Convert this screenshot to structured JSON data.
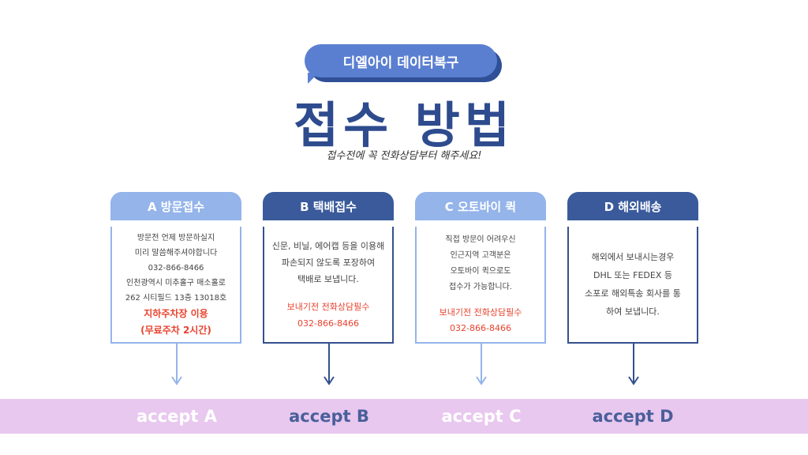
{
  "header": {
    "badge": "디엘아이 데이터복구",
    "title": "접수 방법",
    "subtitle": "접수전에 꼭 전화상담부터 해주세요!"
  },
  "colors": {
    "light_blue": "#94b4ea",
    "dark_blue": "#3a5a9c",
    "title_blue": "#2e4b8e",
    "red": "#e8432e",
    "bar_lilac": "#e8c8ef"
  },
  "cards": [
    {
      "title": "A 방문접수",
      "lines": [
        "방문전 언제 방문하실지",
        "미리 말씀해주셔야합니다",
        "032-866-8466",
        "인천광역시 미추홀구 매소홀로",
        "262 시티필드 13층 13018호"
      ],
      "highlight": [
        "지하주차장 이용",
        "(무료주차 2시간)"
      ],
      "accept": "accept A"
    },
    {
      "title": "B 택배접수",
      "lines": [
        "신문, 비닐, 에어캡 등을 이용해",
        "파손되지 않도록 포장하여",
        "택배로 보냅니다."
      ],
      "highlight": [
        "보내기전 전화상담필수",
        "032-866-8466"
      ],
      "accept": "accept B"
    },
    {
      "title": "C 오토바이 퀵",
      "lines": [
        "직접 방문이 어려우신",
        "인근지역 고객분은",
        "오토바이 퀵으로도",
        "접수가 가능합니다."
      ],
      "highlight": [
        "보내기전 전화상담필수",
        "032-866-8466"
      ],
      "accept": "accept C"
    },
    {
      "title": "D 해외배송",
      "lines": [
        "해외에서 보내시는경우",
        "DHL 또는 FEDEX 등",
        "소포로 해외특송 회사를 통",
        "하여 보냅니다."
      ],
      "highlight": [],
      "accept": "accept D"
    }
  ]
}
